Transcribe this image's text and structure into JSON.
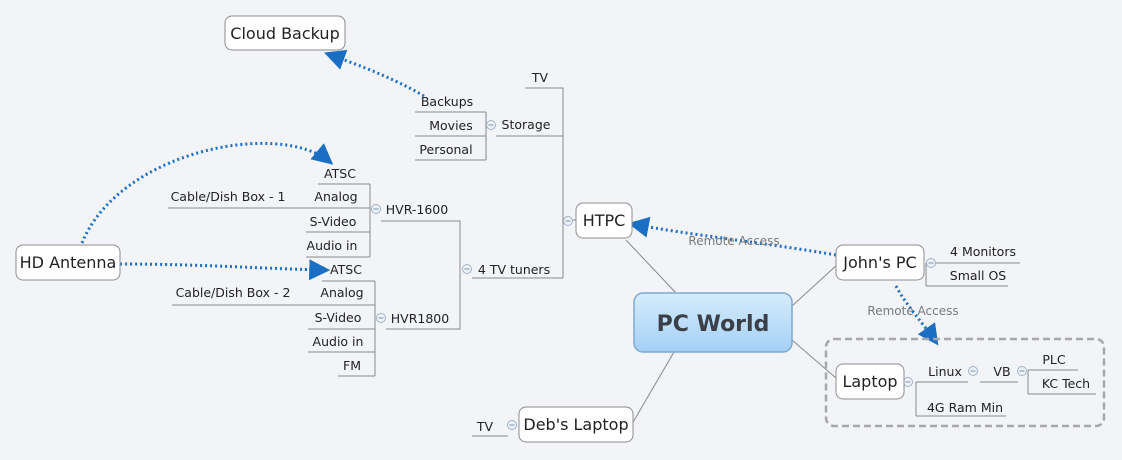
{
  "central": "PC World",
  "htpc": {
    "label": "HTPC",
    "storage": {
      "label": "Storage",
      "items": [
        "TV",
        "Backups",
        "Movies",
        "Personal"
      ]
    },
    "tuners": {
      "label": "4 TV tuners",
      "hvr1600": {
        "label": "HVR-1600",
        "items": [
          "ATSC",
          "Analog",
          "S-Video",
          "Audio in"
        ]
      },
      "hvr1800": {
        "label": "HVR1800",
        "items": [
          "ATSC",
          "Analog",
          "S-Video",
          "Audio in",
          "FM"
        ]
      }
    }
  },
  "cloud_backup": "Cloud Backup",
  "hd_antenna": "HD Antenna",
  "cable_box_1": "Cable/Dish Box - 1",
  "cable_box_2": "Cable/Dish Box - 2",
  "johns_pc": {
    "label": "John's PC",
    "items": [
      "4 Monitors",
      "Small OS"
    ]
  },
  "remote_access_1": "Remote Access",
  "remote_access_2": "Remote Access",
  "laptop": {
    "label": "Laptop",
    "linux": "Linux",
    "vb": {
      "label": "VB",
      "items": [
        "PLC",
        "KC Tech"
      ]
    },
    "ram": "4G Ram Min"
  },
  "debs_laptop": {
    "label": "Deb's Laptop",
    "items": [
      "TV"
    ]
  },
  "colors": {
    "accent_blue": "#1a6fc4",
    "central_fill": "#b9dcf8",
    "line_gray": "#8a8a8a"
  }
}
